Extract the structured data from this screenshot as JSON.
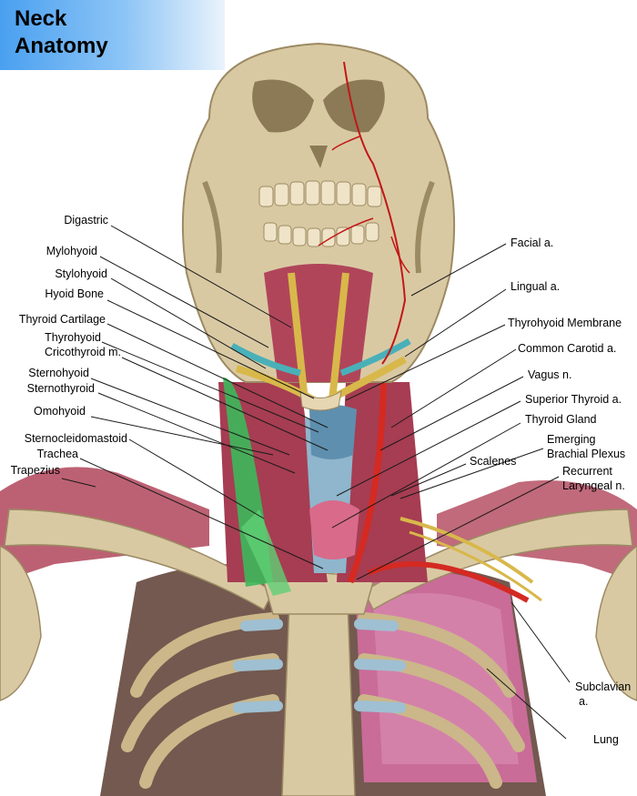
{
  "title": {
    "line1": "Neck",
    "line2": "Anatomy"
  },
  "labels_left": [
    "Digastric",
    "Mylohyoid",
    "Stylohyoid",
    "Hyoid Bone",
    "Thyroid Cartilage",
    "Thyrohyoid",
    "Cricothyroid m.",
    "Sternohyoid",
    "Sternothyroid",
    "Omohyoid",
    "Sternocleidomastoid",
    "Trachea",
    "Trapezius"
  ],
  "labels_right": [
    "Facial a.",
    "Lingual a.",
    "Thyrohyoid Membrane",
    "Common Carotid a.",
    "Vagus n.",
    "Superior Thyroid a.",
    "Thyroid Gland",
    "Emerging",
    "Brachial Plexus",
    "Scalenes",
    "Recurrent",
    "Laryngeal n.",
    "Subclavian",
    "a.",
    "Lung"
  ],
  "colors": {
    "bone": "#d9c9a3",
    "bone_shadow": "#9c8a63",
    "muscle": "#b0455a",
    "artery": "#d42a22",
    "nerve": "#d8b84a",
    "sternocleidomastoid": "#3db85a",
    "cartilage": "#8fb6cc",
    "lung": "#d47aa6",
    "title_bar": "#4aa0f0"
  }
}
